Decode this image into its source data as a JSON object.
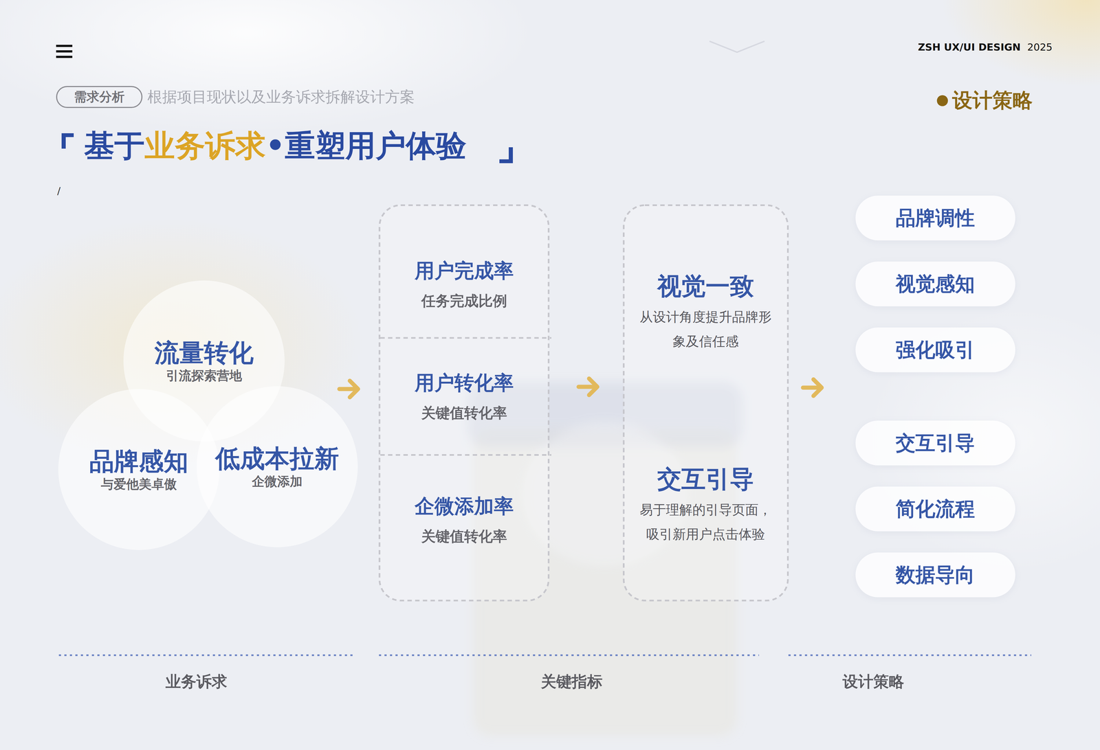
{
  "diagram": {
    "title": "基于业务诉求•重塑用户体验",
    "nodes": [
      {
        "text": [
          "需求分析"
        ]
      },
      {
        "text": [
          "流量转化",
          "引流探索营地"
        ]
      },
      {
        "text": [
          "品牌感知",
          "与爱他美卓傲"
        ]
      },
      {
        "text": [
          "低成本拉新",
          "企微添加"
        ]
      },
      {
        "text": [
          "用户完成率",
          "任务完成比例"
        ]
      },
      {
        "text": [
          "用户转化率",
          "关键值转化率"
        ]
      },
      {
        "text": [
          "企微添加率",
          "关键值转化率"
        ]
      },
      {
        "text": [
          "视觉一致",
          "从设计角度提升品牌形象及信任感"
        ]
      },
      {
        "text": [
          "交互引导",
          "易于理解的引导页面，吸引新用户点击体验"
        ]
      },
      {
        "text": [
          "品牌调性"
        ]
      },
      {
        "text": [
          "视觉感知"
        ]
      },
      {
        "text": [
          "强化吸引"
        ]
      },
      {
        "text": [
          "交互引导"
        ]
      },
      {
        "text": [
          "简化流程"
        ]
      },
      {
        "text": [
          "数据导向"
        ]
      }
    ],
    "labels": [
      "ZSH UX/UI DESIGN",
      "2025",
      "根据项目现状以及业务诉求拆解设计方案",
      "设计策略",
      "/",
      "业务诉求",
      "关键指标",
      "设计策略"
    ]
  }
}
